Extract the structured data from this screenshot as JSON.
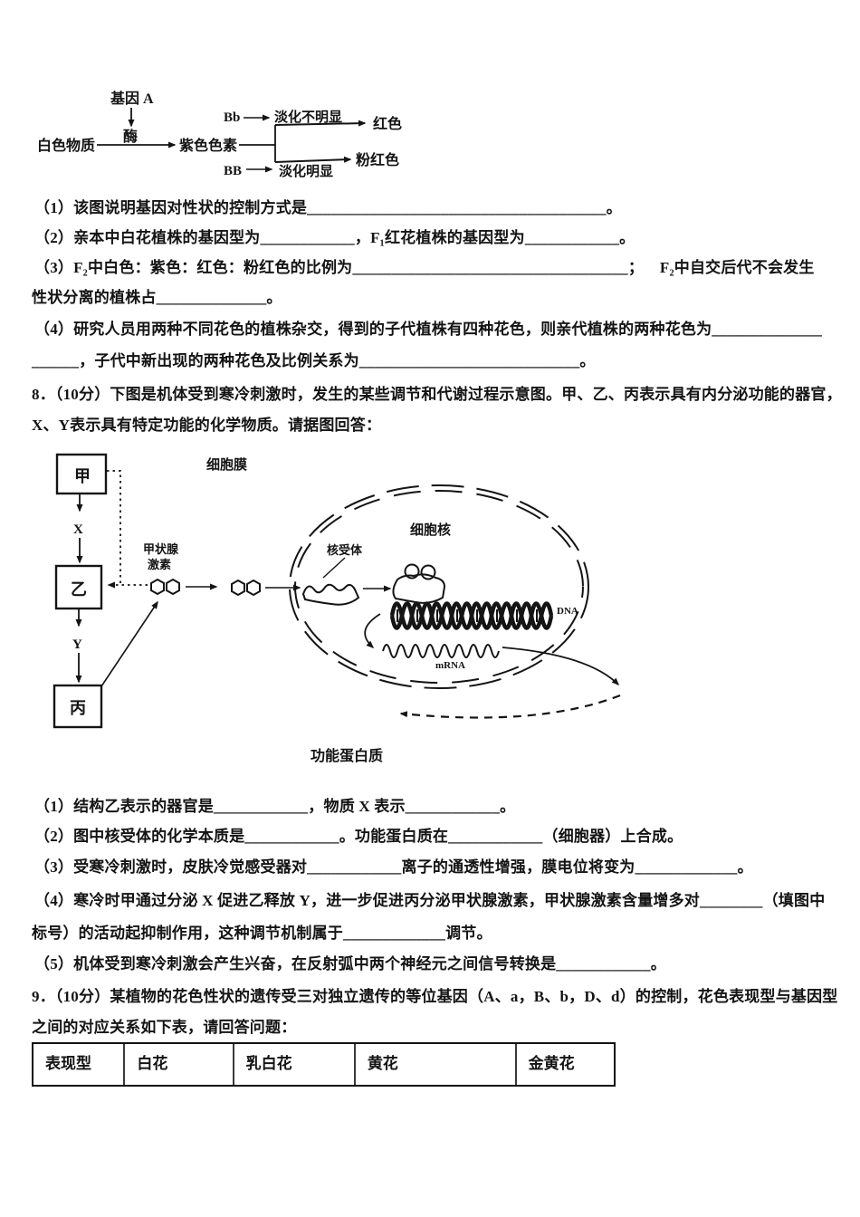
{
  "doc": {
    "flowchart": {
      "gene_label": "基因 A",
      "enzyme_label": "酶",
      "white_substance": "白色物质",
      "purple_pigment": "紫色色素",
      "bb_hetero": "Bb",
      "bb_homo": "BB",
      "fade_not_obvious": "淡化不明显",
      "fade_obvious": "淡化明显",
      "red": "红色",
      "pink": "粉红色"
    },
    "q7": {
      "item1": "（1）该图说明基因对性状的控制方式是______________________________________。",
      "item2": "（2）亲本中白花植株的基因型为____________，F₁红花植株的基因型为____________。",
      "item3a": "（3）F₂中白色：紫色：红色：粉红色的比例为___________________________________；    F₂中自交后代不会发生",
      "item3b": "性状分离的植株占______________。",
      "item4a": "（4）研究人员用两种不同花色的植株杂交，得到的子代植株有四种花色，则亲代植株的两种花色为______________",
      "item4b": "______，子代中新出现的两种花色及比例关系为____________________________。",
      "colors": {
        "text": "#141414",
        "background": "#ffffff"
      }
    },
    "q8": {
      "intro_a": "8．（10分）下图是机体受到寒冷刺激时，发生的某些调节和代谢过程示意图。甲、乙、丙表示具有内分泌功能的器官，",
      "intro_b": "X、Y表示具有特定功能的化学物质。请据图回答：",
      "diagram": {
        "organ_jia": "甲",
        "organ_yi": "乙",
        "organ_bing": "丙",
        "substance_x": "X",
        "substance_y": "Y",
        "thyroid_hormone_line1": "甲状腺",
        "thyroid_hormone_line2": "激素",
        "cell_membrane": "细胞膜",
        "nucleus": "细胞核",
        "nuclear_receptor": "核受体",
        "dna": "DNA",
        "mrna": "mRNA",
        "functional_protein": "功能蛋白质"
      },
      "item1": "（1）结构乙表示的器官是____________，物质 X 表示____________。",
      "item2": "（2）图中核受体的化学本质是____________。功能蛋白质在____________（细胞器）上合成。",
      "item3": "（3）受寒冷刺激时，皮肤冷觉感受器对____________离子的通透性增强，膜电位将变为_____________。",
      "item4a": "（4）寒冷时甲通过分泌 X 促进乙释放 Y，进一步促进丙分泌甲状腺激素，甲状腺激素含量增多对________（填图中",
      "item4b": "标号）的活动起抑制作用，这种调节机制属于_____________调节。",
      "item5": "（5）机体受到寒冷刺激会产生兴奋，在反射弧中两个神经元之间信号转换是____________。"
    },
    "q9": {
      "intro_a": "9．（10分）某植物的花色性状的遗传受三对独立遗传的等位基因（A、a，B、b，D、d）的控制，花色表现型与基因型",
      "intro_b": "之间的对应关系如下表，请回答问题：",
      "table": {
        "headers": [
          "表现型",
          "白花",
          "乳白花",
          "黄花",
          "金黄花"
        ]
      }
    }
  }
}
